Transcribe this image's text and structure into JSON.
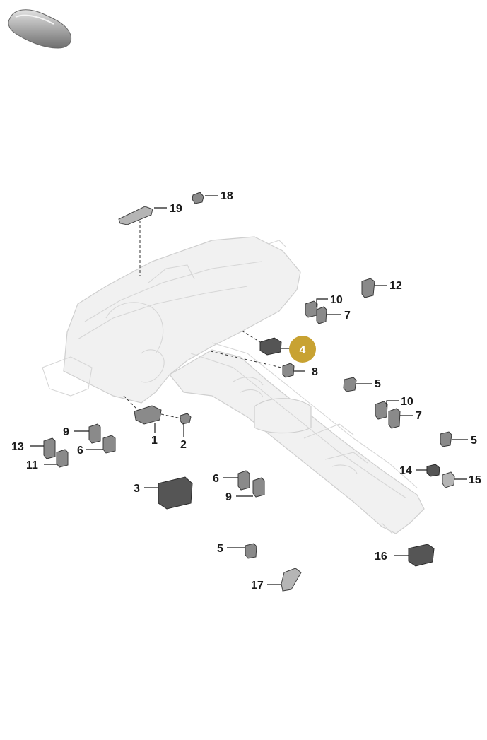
{
  "callouts": [
    {
      "id": "c19",
      "label": "19"
    },
    {
      "id": "c18",
      "label": "18"
    },
    {
      "id": "c12",
      "label": "12"
    },
    {
      "id": "c10a",
      "label": "10"
    },
    {
      "id": "c7a",
      "label": "7"
    },
    {
      "id": "c4",
      "label": "4",
      "highlighted": true
    },
    {
      "id": "c8",
      "label": "8"
    },
    {
      "id": "c5a",
      "label": "5"
    },
    {
      "id": "c10b",
      "label": "10"
    },
    {
      "id": "c7b",
      "label": "7"
    },
    {
      "id": "c5b",
      "label": "5"
    },
    {
      "id": "c14",
      "label": "14"
    },
    {
      "id": "c15",
      "label": "15"
    },
    {
      "id": "c16",
      "label": "16"
    },
    {
      "id": "c13",
      "label": "13"
    },
    {
      "id": "c11",
      "label": "11"
    },
    {
      "id": "c9a",
      "label": "9"
    },
    {
      "id": "c6a",
      "label": "6"
    },
    {
      "id": "c1",
      "label": "1"
    },
    {
      "id": "c2",
      "label": "2"
    },
    {
      "id": "c3",
      "label": "3"
    },
    {
      "id": "c6b",
      "label": "6"
    },
    {
      "id": "c9b",
      "label": "9"
    },
    {
      "id": "c5c",
      "label": "5"
    },
    {
      "id": "c17",
      "label": "17"
    }
  ],
  "colors": {
    "highlight_fill": "#c8a232",
    "highlight_text": "#ffffff",
    "label_text": "#1a1a1a",
    "part_gray": "#8a8a8a",
    "body_gray": "#f1f1f1"
  },
  "icons": {
    "car_silhouette": "car-thumbnail-icon"
  }
}
